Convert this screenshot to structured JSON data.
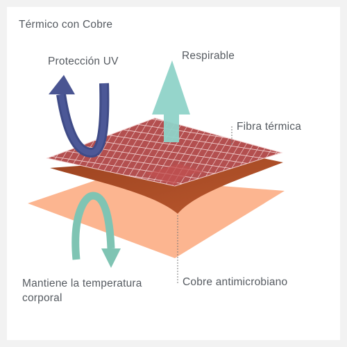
{
  "title": "Térmico con Cobre",
  "labels": {
    "uv": "Protección UV",
    "respirable": "Respirable",
    "fibra": "Fibra térmica",
    "mantiene_line1": "Mantiene la temperatura",
    "mantiene_line2": "corporal",
    "cobre": "Cobre antimicrobiano"
  },
  "icons": {
    "uv_arrow": "u-turn-down-arrow-icon",
    "respirable_arrow": "up-arrow-icon",
    "temperature_arrow": "arc-down-arrow-icon"
  },
  "colors": {
    "background": "#f2f2f2",
    "card": "#ffffff",
    "text": "#555a60",
    "uv_arrow": "#4a5592",
    "respirable_arrow": "#8fd3c8",
    "temperature_arrow": "#7fc4b3",
    "fiber_layer": "#b24c4c",
    "fiber_grid": "#f1c9c9",
    "copper_layer": "#a34a27",
    "skin_layer": "#fcb590",
    "leader_line": "#777777"
  }
}
